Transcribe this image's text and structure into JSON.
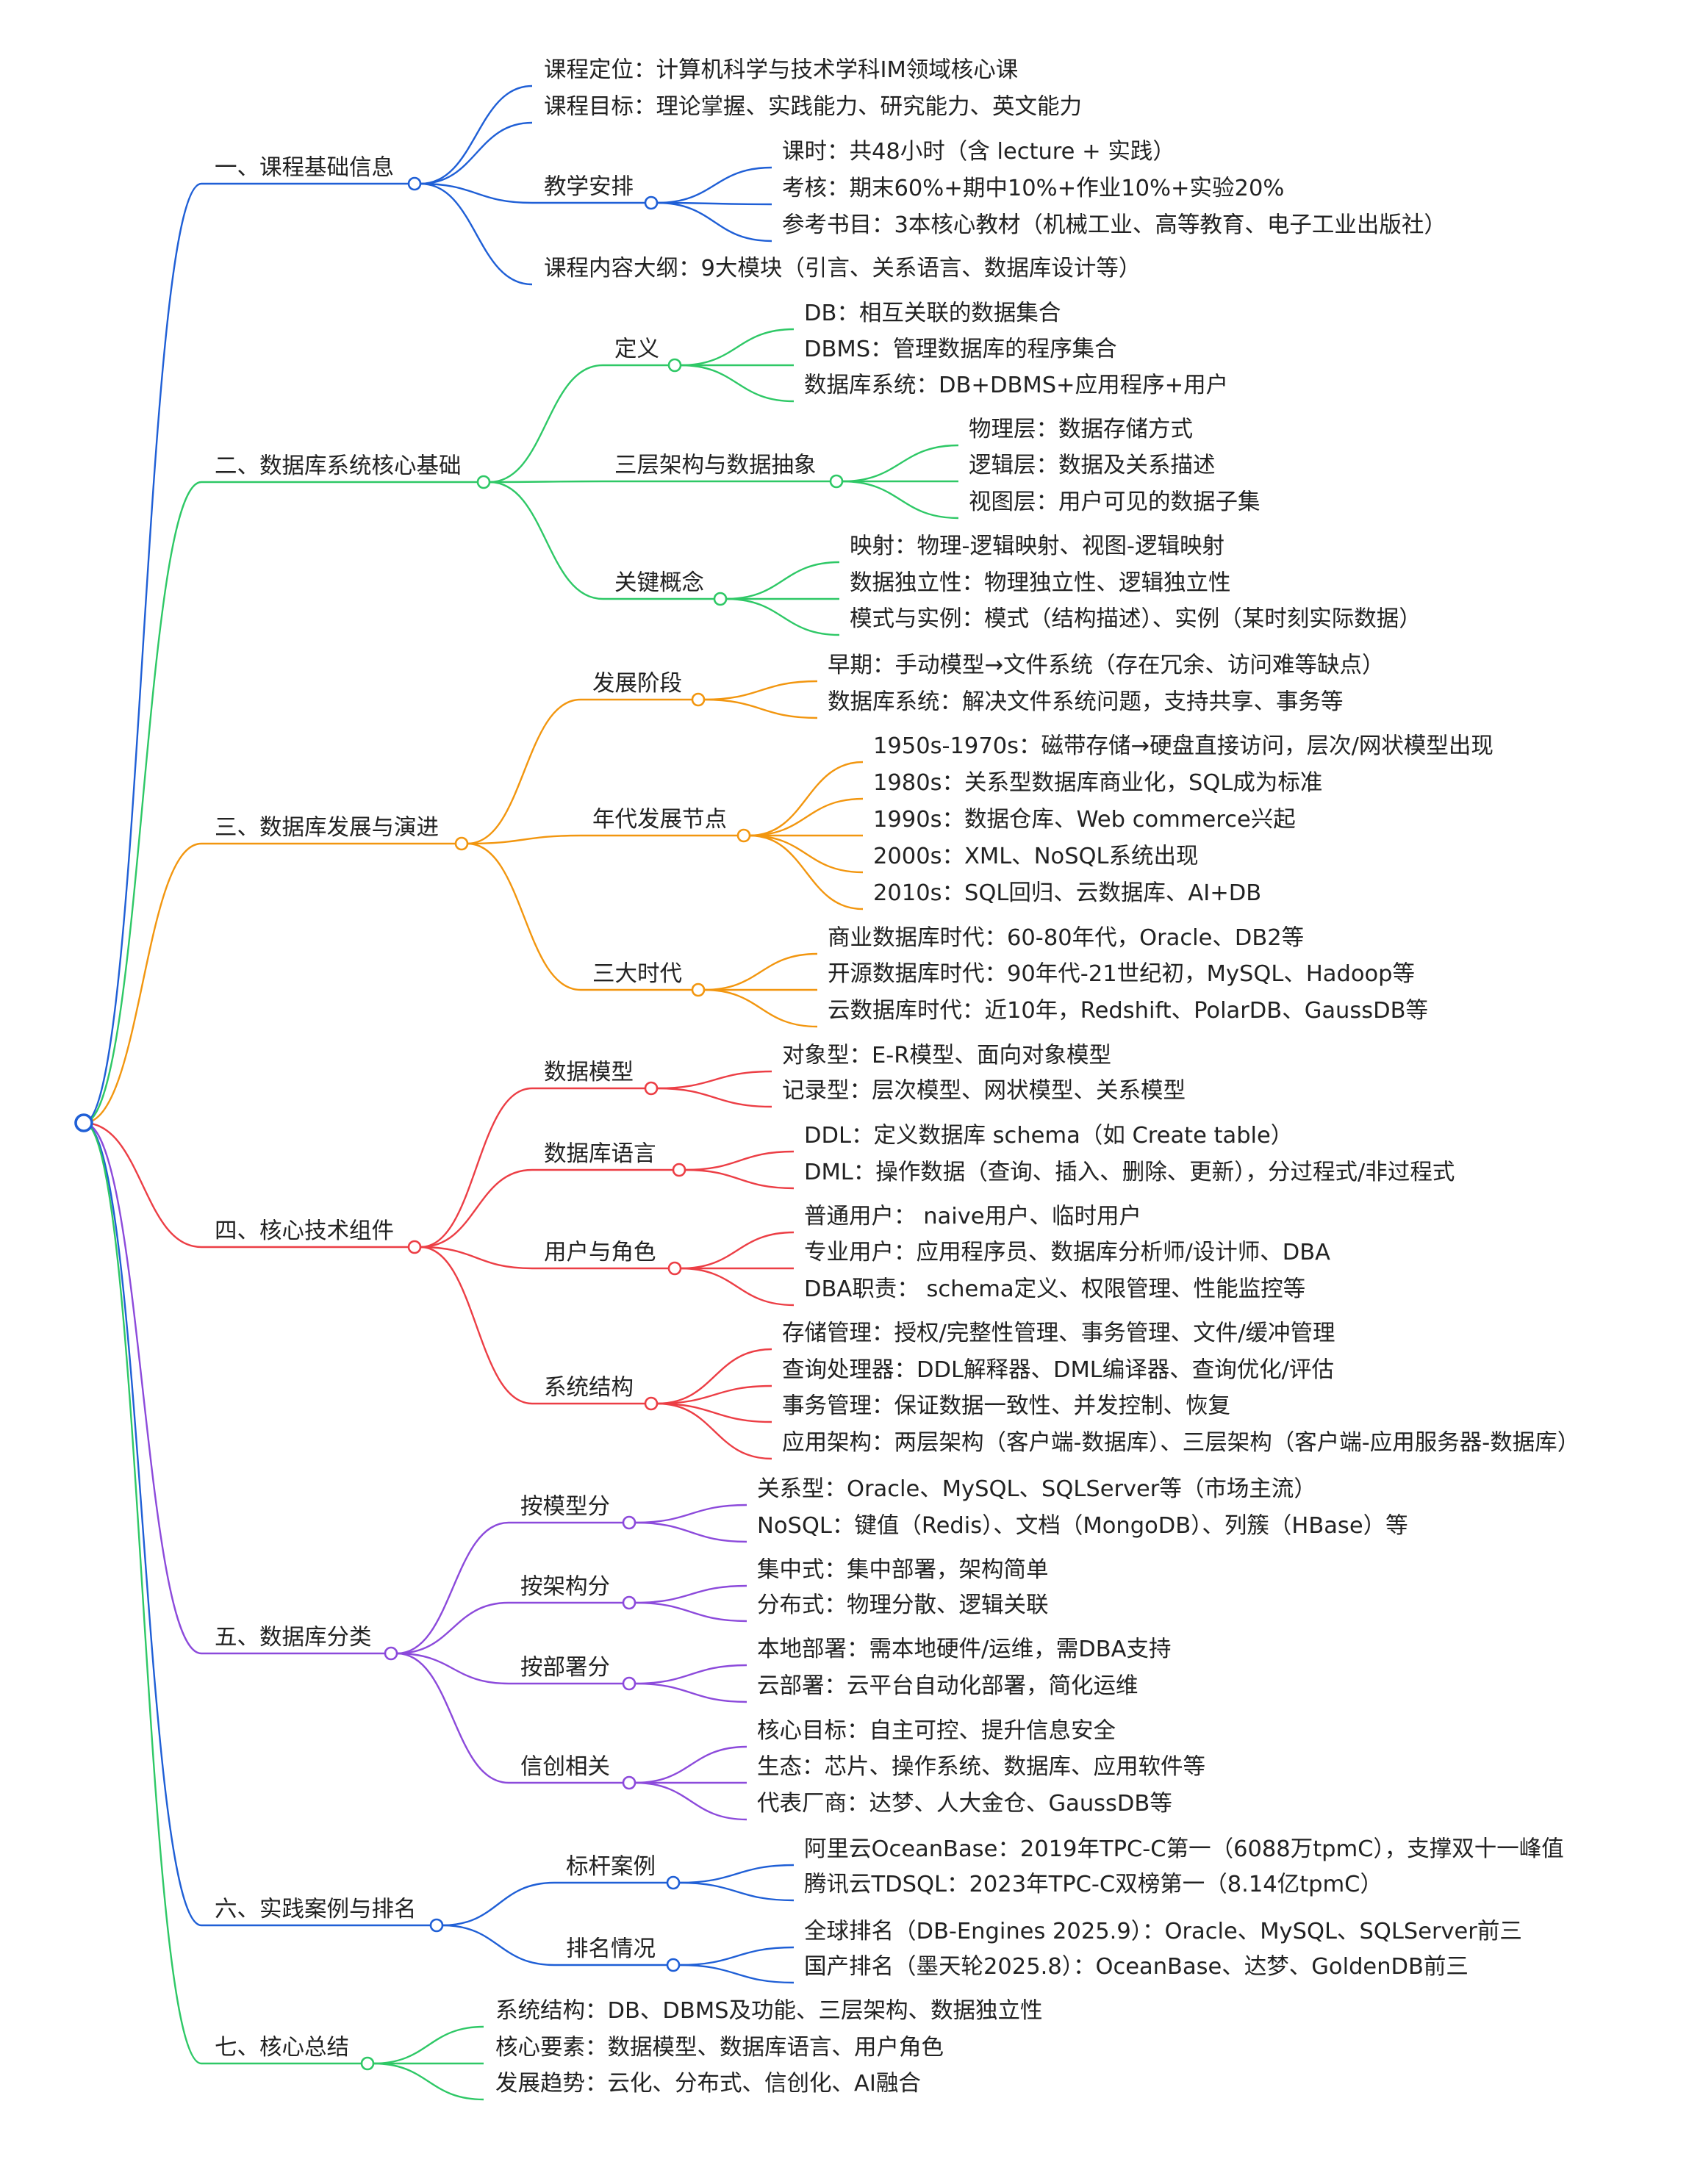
{
  "root": {
    "label": ""
  },
  "colors": {
    "blue": "#1f5fd6",
    "green": "#2ec866",
    "orange": "#f2960f",
    "red": "#ec3e45",
    "purple": "#8c4adb"
  },
  "branches": [
    {
      "label": "一、课程基础信息",
      "color": "blue",
      "children": [
        {
          "label": "课程定位：计算机科学与技术学科IM领域核心课"
        },
        {
          "label": "课程目标：理论掌握、实践能力、研究能力、英文能力"
        },
        {
          "label": "教学安排",
          "children": [
            {
              "label": "课时：共48小时（含 lecture + 实践）"
            },
            {
              "label": "考核：期末60%+期中10%+作业10%+实验20%"
            },
            {
              "label": "参考书目：3本核心教材（机械工业、高等教育、电子工业出版社）"
            }
          ]
        },
        {
          "label": "课程内容大纲：9大模块（引言、关系语言、数据库设计等）"
        }
      ]
    },
    {
      "label": "二、数据库系统核心基础",
      "color": "green",
      "children": [
        {
          "label": "定义",
          "children": [
            {
              "label": "DB：相互关联的数据集合"
            },
            {
              "label": "DBMS：管理数据库的程序集合"
            },
            {
              "label": "数据库系统：DB+DBMS+应用程序+用户"
            }
          ]
        },
        {
          "label": "三层架构与数据抽象",
          "children": [
            {
              "label": "物理层：数据存储方式"
            },
            {
              "label": "逻辑层：数据及关系描述"
            },
            {
              "label": "视图层：用户可见的数据子集"
            }
          ]
        },
        {
          "label": "关键概念",
          "children": [
            {
              "label": "映射：物理-逻辑映射、视图-逻辑映射"
            },
            {
              "label": "数据独立性：物理独立性、逻辑独立性"
            },
            {
              "label": "模式与实例：模式（结构描述）、实例（某时刻实际数据）"
            }
          ]
        }
      ]
    },
    {
      "label": "三、数据库发展与演进",
      "color": "orange",
      "children": [
        {
          "label": "发展阶段",
          "children": [
            {
              "label": "早期：手动模型→文件系统（存在冗余、访问难等缺点）"
            },
            {
              "label": "数据库系统：解决文件系统问题，支持共享、事务等"
            }
          ]
        },
        {
          "label": "年代发展节点",
          "children": [
            {
              "label": "1950s-1970s：磁带存储→硬盘直接访问，层次/网状模型出现"
            },
            {
              "label": "1980s：关系型数据库商业化，SQL成为标准"
            },
            {
              "label": "1990s：数据仓库、Web commerce兴起"
            },
            {
              "label": "2000s：XML、NoSQL系统出现"
            },
            {
              "label": "2010s：SQL回归、云数据库、AI+DB"
            }
          ]
        },
        {
          "label": "三大时代",
          "children": [
            {
              "label": "商业数据库时代：60-80年代，Oracle、DB2等"
            },
            {
              "label": "开源数据库时代：90年代-21世纪初，MySQL、Hadoop等"
            },
            {
              "label": "云数据库时代：近10年，Redshift、PolarDB、GaussDB等"
            }
          ]
        }
      ]
    },
    {
      "label": "四、核心技术组件",
      "color": "red",
      "children": [
        {
          "label": "数据模型",
          "children": [
            {
              "label": "对象型：E-R模型、面向对象模型"
            },
            {
              "label": "记录型：层次模型、网状模型、关系模型"
            }
          ]
        },
        {
          "label": "数据库语言",
          "children": [
            {
              "label": "DDL：定义数据库 schema（如 Create table）"
            },
            {
              "label": "DML：操作数据（查询、插入、删除、更新），分过程式/非过程式"
            }
          ]
        },
        {
          "label": "用户与角色",
          "children": [
            {
              "label": "普通用户： naive用户、临时用户"
            },
            {
              "label": "专业用户：应用程序员、数据库分析师/设计师、DBA"
            },
            {
              "label": "DBA职责： schema定义、权限管理、性能监控等"
            }
          ]
        },
        {
          "label": "系统结构",
          "children": [
            {
              "label": "存储管理：授权/完整性管理、事务管理、文件/缓冲管理"
            },
            {
              "label": "查询处理器：DDL解释器、DML编译器、查询优化/评估"
            },
            {
              "label": "事务管理：保证数据一致性、并发控制、恢复"
            },
            {
              "label": "应用架构：两层架构（客户端-数据库）、三层架构（客户端-应用服务器-数据库）"
            }
          ]
        }
      ]
    },
    {
      "label": "五、数据库分类",
      "color": "purple",
      "children": [
        {
          "label": "按模型分",
          "children": [
            {
              "label": "关系型：Oracle、MySQL、SQLServer等（市场主流）"
            },
            {
              "label": "NoSQL：键值（Redis）、文档（MongoDB）、列簇（HBase）等"
            }
          ]
        },
        {
          "label": "按架构分",
          "children": [
            {
              "label": "集中式：集中部署，架构简单"
            },
            {
              "label": "分布式：物理分散、逻辑关联"
            }
          ]
        },
        {
          "label": "按部署分",
          "children": [
            {
              "label": "本地部署：需本地硬件/运维，需DBA支持"
            },
            {
              "label": "云部署：云平台自动化部署，简化运维"
            }
          ]
        },
        {
          "label": "信创相关",
          "children": [
            {
              "label": "核心目标：自主可控、提升信息安全"
            },
            {
              "label": "生态：芯片、操作系统、数据库、应用软件等"
            },
            {
              "label": "代表厂商：达梦、人大金仓、GaussDB等"
            }
          ]
        }
      ]
    },
    {
      "label": "六、实践案例与排名",
      "color": "blue",
      "children": [
        {
          "label": "标杆案例",
          "children": [
            {
              "label": "阿里云OceanBase：2019年TPC-C第一（6088万tpmC），支撑双十一峰值"
            },
            {
              "label": "腾讯云TDSQL：2023年TPC-C双榜第一（8.14亿tpmC）"
            }
          ]
        },
        {
          "label": "排名情况",
          "children": [
            {
              "label": "全球排名（DB-Engines 2025.9）：Oracle、MySQL、SQLServer前三"
            },
            {
              "label": "国产排名（墨天轮2025.8）：OceanBase、达梦、GoldenDB前三"
            }
          ]
        }
      ]
    },
    {
      "label": "七、核心总结",
      "color": "green",
      "children": [
        {
          "label": "系统结构：DB、DBMS及功能、三层架构、数据独立性"
        },
        {
          "label": "核心要素：数据模型、数据库语言、用户角色"
        },
        {
          "label": "发展趋势：云化、分布式、信创化、AI融合"
        }
      ]
    }
  ]
}
